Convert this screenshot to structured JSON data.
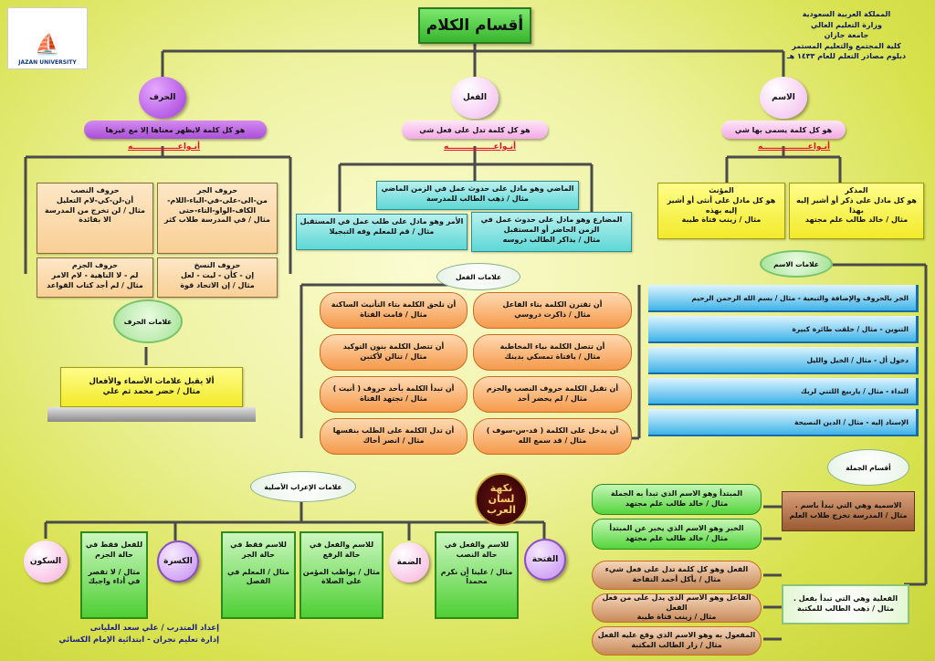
{
  "title": "أقسام الكلام",
  "header": {
    "line1": "المملكة العربية السعودية",
    "line2": "وزارة التعليم العالي",
    "line3": "جامعة جازان",
    "line4": "كلية المجتمع والتعليم المستمر",
    "line5": "دبلوم مصادر التعلم للعام ١٤٣٣ هـ"
  },
  "logo": {
    "text": "JAZAN UNIVERSITY"
  },
  "anwa_label": "أنـواعــــــــــــــــه",
  "harf": {
    "label": "الحرف",
    "definition": "هو كل كلمة لايظهر معناها إلا مع غيرها",
    "jarr": {
      "title": "حروف الجر",
      "list": "من-الى-على-في-الباء-اللام-الكاف-الواو-التاء-حتى",
      "example": "مثال / في المدرسة طلاب كثر"
    },
    "nasb": {
      "title": "حروف النصب",
      "list": "أن-لن-كي-لام التعليل",
      "example": "مثال / لن تخرج من المدرسة الا بفائدة"
    },
    "naskh": {
      "title": "حروف النسخ",
      "list": "إن - كأن - ليت - لعل",
      "example": "مثال / إن الاتحاد قوة"
    },
    "jazm": {
      "title": "حروف الجزم",
      "list": "لم - لا الناهية - لام الامر",
      "example": "مثال / لم أجد كتاب القواعد"
    },
    "signs_label": "علامات الحرف",
    "sign_text": "ألا يقبل علامات الأسماء والأفعال",
    "sign_example": "مثال / حضر محمد ثم علي"
  },
  "fil": {
    "label": "الفعل",
    "definition": "هو كل كلمة تدل على فعل شي",
    "madi": {
      "text": "الماضي وهو مادل على حدوث عمل في الزمن الماضي",
      "example": "مثال / ذهب الطالب للمدرسة"
    },
    "mudari": {
      "text": "المضارع وهو مادل على حدوث عمل في الزمن الحاضر أو المستقبل",
      "example": "مثال / يذاكر الطالب دروسه"
    },
    "amr": {
      "text": "الأمر وهو مادل على طلب عمل في المستقبل",
      "example": "مثال / قم للمعلم وفه التبجيلا"
    },
    "signs_label": "علامات الفعل",
    "signs": [
      {
        "text": "أن تقترن الكلمة بتاء الفاعل",
        "example": "مثال / ذاكرت دروسي"
      },
      {
        "text": "أن تلحق الكلمة بتاء التأنيث الساكنة",
        "example": "مثال / قامت الفتاة"
      },
      {
        "text": "أن تتصل الكلمة بياء المخاطبة",
        "example": "مثال / يافتاة تمسكي بدينك"
      },
      {
        "text": "أن تتصل الكلمة بنون التوكيد",
        "example": "مثال / تنالن لأكتبن"
      },
      {
        "text": "أن تقبل الكلمة حروف النصب والجزم",
        "example": "مثال / لم يحضر أحد"
      },
      {
        "text": "أن تبدأ الكلمة بأحد حروف ( أنيت )",
        "example": "مثال / تجتهد الفتاة"
      },
      {
        "text": "أن يدخل على الكلمة ( قد-س-سوف )",
        "example": "مثال / قد سمع الله"
      },
      {
        "text": "أن تدل الكلمة على الطلب بنفسها",
        "example": "مثال / انصر أخاك"
      }
    ]
  },
  "ism": {
    "label": "الاسم",
    "definition": "هو كل كلمة يسمى بها شي",
    "mudhakkar": {
      "title": "المذكر",
      "text": "هو كل مادل على ذكر أو أشير إليه بهذا",
      "example": "مثال / خالد طالب علم مجتهد"
    },
    "muannath": {
      "title": "المؤنث",
      "text": "هو كل مادل على أنثى أو أشير إليه بهذه",
      "example": "مثال / زينب فتاة طيبة"
    },
    "signs_label": "علامات الاسم",
    "signs": [
      "الجر بالحروف والإضافة والتبعية - مثال / بسم الله الرحمن الرحيم",
      "التنوين - مثال / حلقت طائرة كبيرة",
      "دخول أل - مثال / الخيل والليل",
      "النداء - مثال / ياربيع اللتني لربك",
      "الإسناد إليه - مثال / الدين النصيحة"
    ]
  },
  "jumla": {
    "label": "أقسام الجملة",
    "ismiyya": {
      "text": "الاسمية وهي التي تبدأ باسم .",
      "example": "مثال / المدرسة تخرج طلاب العلم"
    },
    "mubtada": {
      "text": "المبتدأ وهو الاسم الذي تبدأ به الجملة",
      "example": "مثال / خالد طالب علم مجتهد"
    },
    "khabar": {
      "text": "الخبر وهو الاسم الذي يخبر عن المبتدأ",
      "example": "مثال / خالد طالب علم مجتهد"
    },
    "filiyya": {
      "text": "الفعلية وهي التي تبدأ بفعل .",
      "example": "مثال / ذهب الطالب للمكتبة"
    },
    "fil_part": {
      "text": "الفعل وهو كل كلمة تدل على فعل شيء",
      "example": "مثال / يأكل أحمد التفاحة"
    },
    "fail": {
      "text": "الفاعل وهو الاسم الذي يدل على من فعل الفعل",
      "example": "مثال / زينب فتاة طيبة"
    },
    "maful": {
      "text": "المفعول به وهو الاسم الذي وقع عليه الفعل",
      "example": "مثال / زار الطالب المكتبة"
    }
  },
  "irab": {
    "label": "علامات الإعراب الأصلية",
    "fatha": {
      "label": "الفتحة",
      "box_title": "للاسم والفعل في حالة النصب",
      "example": "مثال / علينا أن نكرم محمداً"
    },
    "damma": {
      "label": "الضمة",
      "box_title": "للاسم والفعل في حالة الرفع",
      "example": "مثال / يواظب المؤمن على الصلاة"
    },
    "kasra": {
      "label": "الكسرة",
      "box_title": "للاسم فقط في حالة الجر",
      "example": "مثال / المعلم في الفصل"
    },
    "sukun": {
      "label": "السكون",
      "box_title": "للفعل فقط في حالة الجزم",
      "example": "مثال / لا تقصر في أداء واجبك"
    }
  },
  "signature": {
    "text": "نكهة لسان العرب"
  },
  "footer": {
    "line1": "إعداد المتدرب / علي سعد العليانى",
    "line2": "إدارة تعليم نجران - ابتدائية الإمام الكسائي"
  }
}
